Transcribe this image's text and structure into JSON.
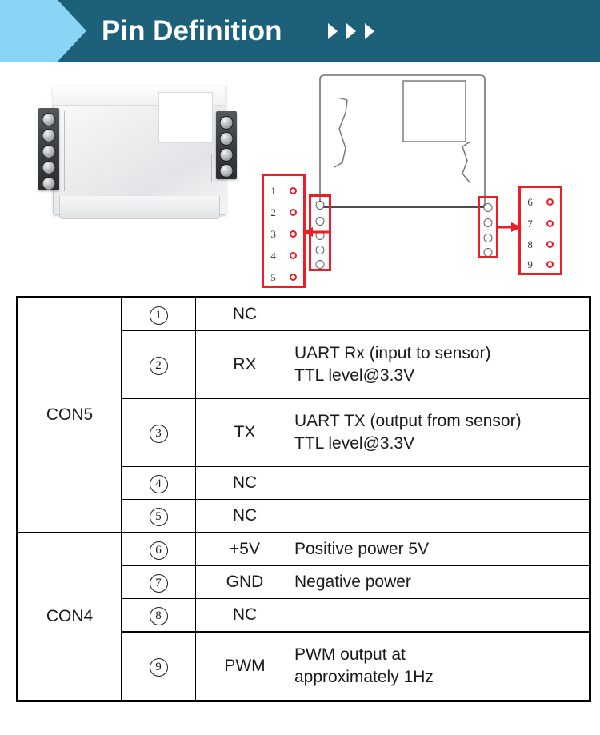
{
  "header": {
    "title": "Pin Definition",
    "chevron_count": 3,
    "bg_color": "#1c6079",
    "arrow_color": "#8ad4f5",
    "title_color": "#ffffff"
  },
  "figure": {
    "photo": {
      "name": "sensor-module-photo",
      "left_connector_pins": 5,
      "right_connector_pins": 4
    },
    "schematic": {
      "name": "sensor-module-line-drawing",
      "left_connector_pins": 5,
      "right_connector_pins": 4
    },
    "callout_left": {
      "numbers": [
        "1",
        "2",
        "3",
        "4",
        "5"
      ],
      "border_color": "#ee1c25",
      "arrow_direction": "left"
    },
    "callout_right": {
      "numbers": [
        "6",
        "7",
        "8",
        "9"
      ],
      "border_color": "#ee1c25",
      "arrow_direction": "right"
    }
  },
  "table": {
    "groups": [
      {
        "label": "CON5",
        "row_span": 5
      },
      {
        "label": "CON4",
        "row_span": 4
      }
    ],
    "rows": [
      {
        "num": "1",
        "signal": "NC",
        "desc_lines": [],
        "tall": false
      },
      {
        "num": "2",
        "signal": "RX",
        "desc_lines": [
          "UART Rx (input to sensor)",
          "TTL level@3.3V"
        ],
        "tall": true
      },
      {
        "num": "3",
        "signal": "TX",
        "desc_lines": [
          "UART TX (output from sensor)",
          "TTL level@3.3V"
        ],
        "tall": true
      },
      {
        "num": "4",
        "signal": "NC",
        "desc_lines": [],
        "tall": false
      },
      {
        "num": "5",
        "signal": "NC",
        "desc_lines": [],
        "tall": false
      },
      {
        "num": "6",
        "signal": "+5V",
        "desc_lines": [
          "Positive power 5V"
        ],
        "tall": false
      },
      {
        "num": "7",
        "signal": "GND",
        "desc_lines": [
          "Negative power"
        ],
        "tall": false
      },
      {
        "num": "8",
        "signal": "NC",
        "desc_lines": [],
        "tall": false
      },
      {
        "num": "9",
        "signal": "PWM",
        "desc_lines": [
          "PWM output at",
          "approximately 1Hz"
        ],
        "tall": true
      }
    ]
  }
}
